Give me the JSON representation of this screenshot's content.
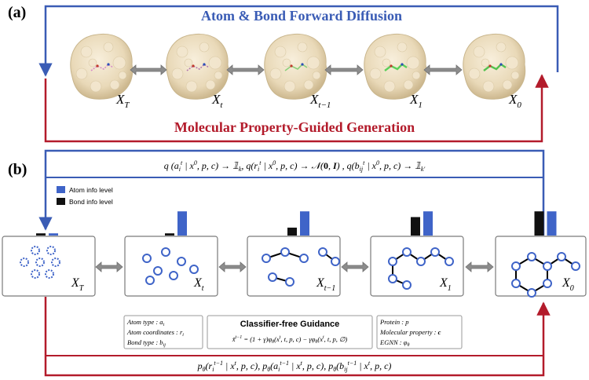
{
  "colors": {
    "blue": "#3a5cb5",
    "red": "#b31b2b",
    "gray_arrow": "#8c8c8c",
    "node_blue": "#3f64c8",
    "protein": "#efe2c8"
  },
  "panel_a": {
    "label": "(a)",
    "forward_title": "Atom & Bond Forward Diffusion",
    "reverse_title": "Molecular Property-Guided Generation",
    "protein_labels": [
      {
        "base": "X",
        "sub": "T"
      },
      {
        "base": "X",
        "sub": "t"
      },
      {
        "base": "X",
        "sub": "t−1"
      },
      {
        "base": "X",
        "sub": "1"
      },
      {
        "base": "X",
        "sub": "0"
      }
    ]
  },
  "panel_b": {
    "label": "(b)",
    "forward_formula": "q(a_i^t | x^0, p, c) → 𝟙_k, q(r_i^t | x^0, p, c) → 𝒩(0, I), q(b_ij^t | x^0, p, c) → 𝟙_k′",
    "legend": {
      "atom": "Atom info level",
      "bond": "Bond info level"
    },
    "box_labels": [
      {
        "base": "X",
        "sub": "T"
      },
      {
        "base": "X",
        "sub": "t"
      },
      {
        "base": "X",
        "sub": "t−1"
      },
      {
        "base": "X",
        "sub": "1"
      },
      {
        "base": "X",
        "sub": "0"
      }
    ],
    "info_bars": {
      "atom": [
        0.05,
        0.55,
        0.55,
        0.55,
        0.55
      ],
      "bond": [
        0.05,
        0.05,
        0.18,
        0.42,
        0.55
      ]
    },
    "defs_left": [
      {
        "label": "Atom type",
        "symbol": "a_i"
      },
      {
        "label": "Atom coordinates",
        "symbol": "r_i"
      },
      {
        "label": "Bond type",
        "symbol": "b_ij"
      }
    ],
    "cfg_title": "Classifier-free Guidance",
    "cfg_formula": "x̃^{t−1} = (1+γ)φ_θ(x^t, t, p, c) − γφ_θ(x^t, t, p, ∅)",
    "defs_right": [
      {
        "label": "Protein",
        "symbol": "p"
      },
      {
        "label": "Molecular property",
        "symbol": "c"
      },
      {
        "label": "EGNN",
        "symbol": "φ_θ"
      }
    ],
    "reverse_formula": "p_θ(r_i^{t−1} | x^t, p, c), p_θ(a_i^{t−1} | x^t, p, c), p_θ(b_ij^{t−1} | x^t, p, c)"
  }
}
